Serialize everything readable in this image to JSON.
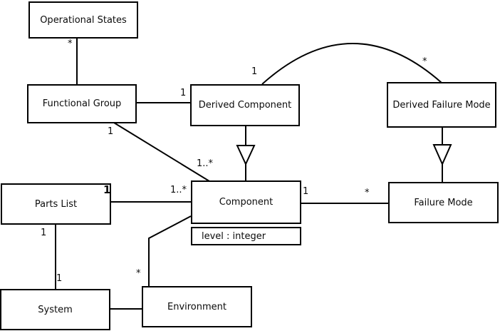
{
  "diagram": {
    "type": "uml-class-diagram",
    "classes": {
      "operational_states": {
        "label": "Operational States"
      },
      "functional_group": {
        "label": "Functional Group"
      },
      "derived_component": {
        "label": "Derived Component"
      },
      "derived_failure_mode": {
        "label": "Derived Failure Mode"
      },
      "parts_list": {
        "label": "Parts List"
      },
      "component": {
        "label": "Component",
        "attributes": [
          "level : integer"
        ]
      },
      "failure_mode": {
        "label": "Failure Mode"
      },
      "system": {
        "label": "System"
      },
      "environment": {
        "label": "Environment"
      }
    },
    "multiplicities": {
      "operational_states_end": "*",
      "functional_group_derived_component": "1",
      "functional_group_diag_source": "1",
      "functional_group_diag_target": "1..*",
      "arc_derived_component_end": "1",
      "arc_derived_failure_mode_end": "*",
      "parts_list_component_source": "1",
      "parts_list_component_target": "1..*",
      "component_failure_mode_source": "1",
      "component_failure_mode_target": "*",
      "parts_list_system_source": "1",
      "parts_list_system_target": "1",
      "environment_component_end": "*"
    },
    "relationships": [
      {
        "from": "Operational States",
        "to": "Functional Group",
        "type": "association",
        "from_multiplicity": "*"
      },
      {
        "from": "Functional Group",
        "to": "Derived Component",
        "type": "association",
        "to_multiplicity": "1"
      },
      {
        "from": "Functional Group",
        "to": "Component",
        "type": "association",
        "from_multiplicity": "1",
        "to_multiplicity": "1..*"
      },
      {
        "from": "Derived Component",
        "to": "Component",
        "type": "generalization"
      },
      {
        "from": "Derived Component",
        "to": "Derived Failure Mode",
        "type": "association",
        "from_multiplicity": "1",
        "to_multiplicity": "*"
      },
      {
        "from": "Derived Failure Mode",
        "to": "Failure Mode",
        "type": "generalization"
      },
      {
        "from": "Parts List",
        "to": "Component",
        "type": "association",
        "from_multiplicity": "1",
        "to_multiplicity": "1..*"
      },
      {
        "from": "Component",
        "to": "Failure Mode",
        "type": "association",
        "from_multiplicity": "1",
        "to_multiplicity": "*"
      },
      {
        "from": "Parts List",
        "to": "System",
        "type": "association",
        "from_multiplicity": "1",
        "to_multiplicity": "1"
      },
      {
        "from": "System",
        "to": "Environment",
        "type": "association"
      },
      {
        "from": "Component",
        "to": "Environment",
        "type": "association",
        "to_multiplicity": "*"
      }
    ],
    "colors": {
      "line": "#000000",
      "box_fill": "#ffffff",
      "background": "#ffffff",
      "text": "#0b0b0b"
    }
  }
}
